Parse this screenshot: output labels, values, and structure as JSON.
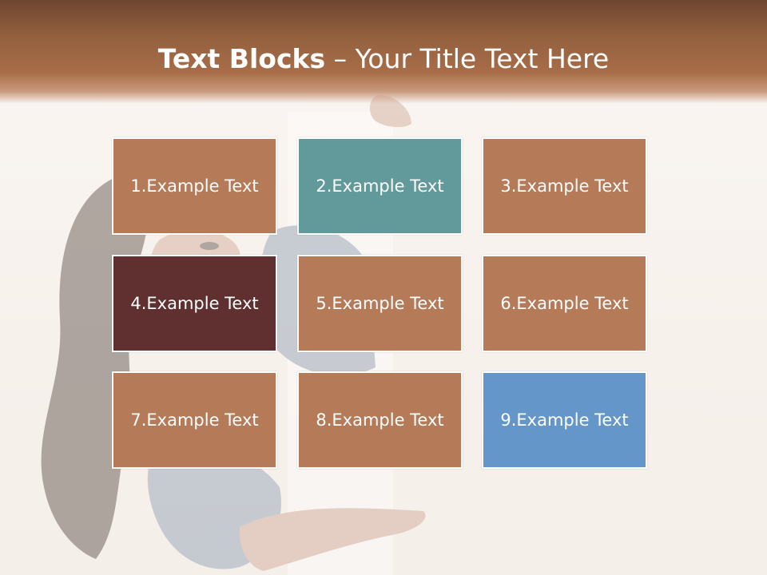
{
  "slide": {
    "title_bold": "Text Blocks",
    "title_dash": " – ",
    "title_rest": "Your Title Text Here"
  },
  "blocks": [
    {
      "label": "1.Example Text",
      "color": "#b57a57"
    },
    {
      "label": "2.Example Text",
      "color": "#62999a"
    },
    {
      "label": "3.Example Text",
      "color": "#b57a57"
    },
    {
      "label": "4.Example Text",
      "color": "#602f2f"
    },
    {
      "label": "5.Example Text",
      "color": "#b57a57"
    },
    {
      "label": "6.Example Text",
      "color": "#b57a57"
    },
    {
      "label": "7.Example Text",
      "color": "#b57a57"
    },
    {
      "label": "8.Example Text",
      "color": "#b57a57"
    },
    {
      "label": "9.Example Text",
      "color": "#6496c9"
    }
  ],
  "colors": {
    "header": "#93603f",
    "background": "#f8f3ef"
  }
}
